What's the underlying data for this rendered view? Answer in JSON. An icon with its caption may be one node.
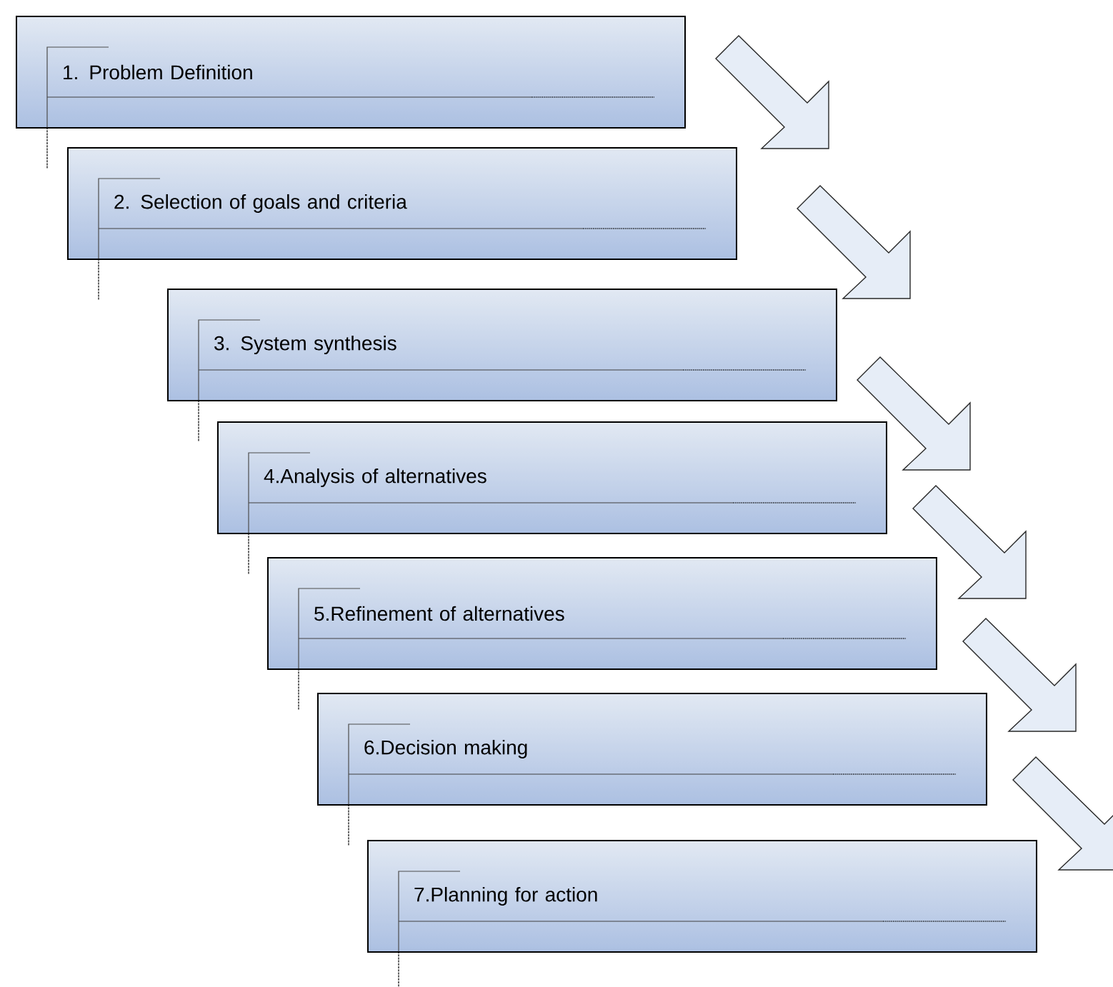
{
  "diagram": {
    "nodes": [
      {
        "text": [
          "1. Problem Definition"
        ]
      },
      {
        "text": [
          "2. Selection of goals and criteria"
        ]
      },
      {
        "text": [
          "3. System synthesis"
        ]
      },
      {
        "text": [
          "4.Analysis of alternatives"
        ]
      },
      {
        "text": [
          "5.Refinement of alternatives"
        ]
      },
      {
        "text": [
          "6.Decision making"
        ]
      },
      {
        "text": [
          "7.Planning for action"
        ]
      }
    ],
    "edges": [
      {
        "from": 0,
        "to": 1,
        "arrow": "to"
      },
      {
        "from": 1,
        "to": 2,
        "arrow": "to"
      },
      {
        "from": 2,
        "to": 3,
        "arrow": "to"
      },
      {
        "from": 3,
        "to": 4,
        "arrow": "to"
      },
      {
        "from": 4,
        "to": 5,
        "arrow": "to"
      },
      {
        "from": 5,
        "to": 6,
        "arrow": "to"
      }
    ]
  }
}
